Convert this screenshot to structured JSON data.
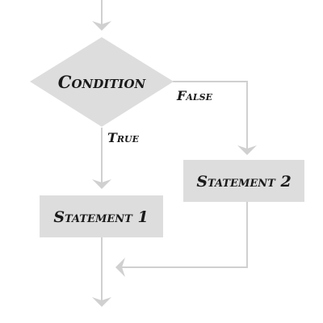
{
  "diagram": {
    "condition_label": "Condition",
    "true_label": "True",
    "false_label": "False",
    "statement1_label": "Statement 1",
    "statement2_label": "Statement 2"
  },
  "colors": {
    "node_fill": "#dddddd",
    "connector": "#d0d0d0",
    "text": "#1a1a1a"
  }
}
